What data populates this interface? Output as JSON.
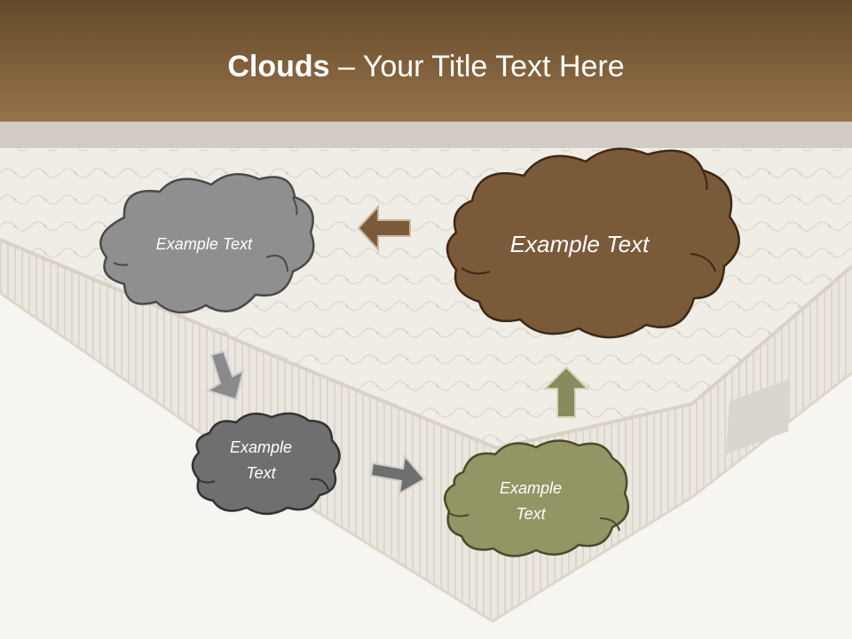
{
  "slide": {
    "title_bold": "Clouds",
    "title_dash": " – ",
    "title_rest": "Your Title Text Here"
  },
  "clouds": {
    "top_left": {
      "text": "Example Text",
      "color": "#8f8f8f"
    },
    "top_right": {
      "text": "Example Text",
      "color": "#7b5a3a"
    },
    "bottom_left": {
      "line1": "Example",
      "line2": "Text",
      "color": "#6f6f6f"
    },
    "bottom_right": {
      "line1": "Example",
      "line2": "Text",
      "color": "#949565"
    }
  },
  "arrows": {
    "left": {
      "color": "#7b5a3a",
      "icon": "arrow-left-icon"
    },
    "down": {
      "color": "#8a8a8a",
      "icon": "arrow-down-icon"
    },
    "right": {
      "color": "#6f6f6f",
      "icon": "arrow-right-icon"
    },
    "up": {
      "color": "#8a8a60",
      "icon": "arrow-up-icon"
    }
  },
  "colors": {
    "header": "#7b5c38",
    "band": "#d3ccc4",
    "mattress": "#efebe6"
  }
}
